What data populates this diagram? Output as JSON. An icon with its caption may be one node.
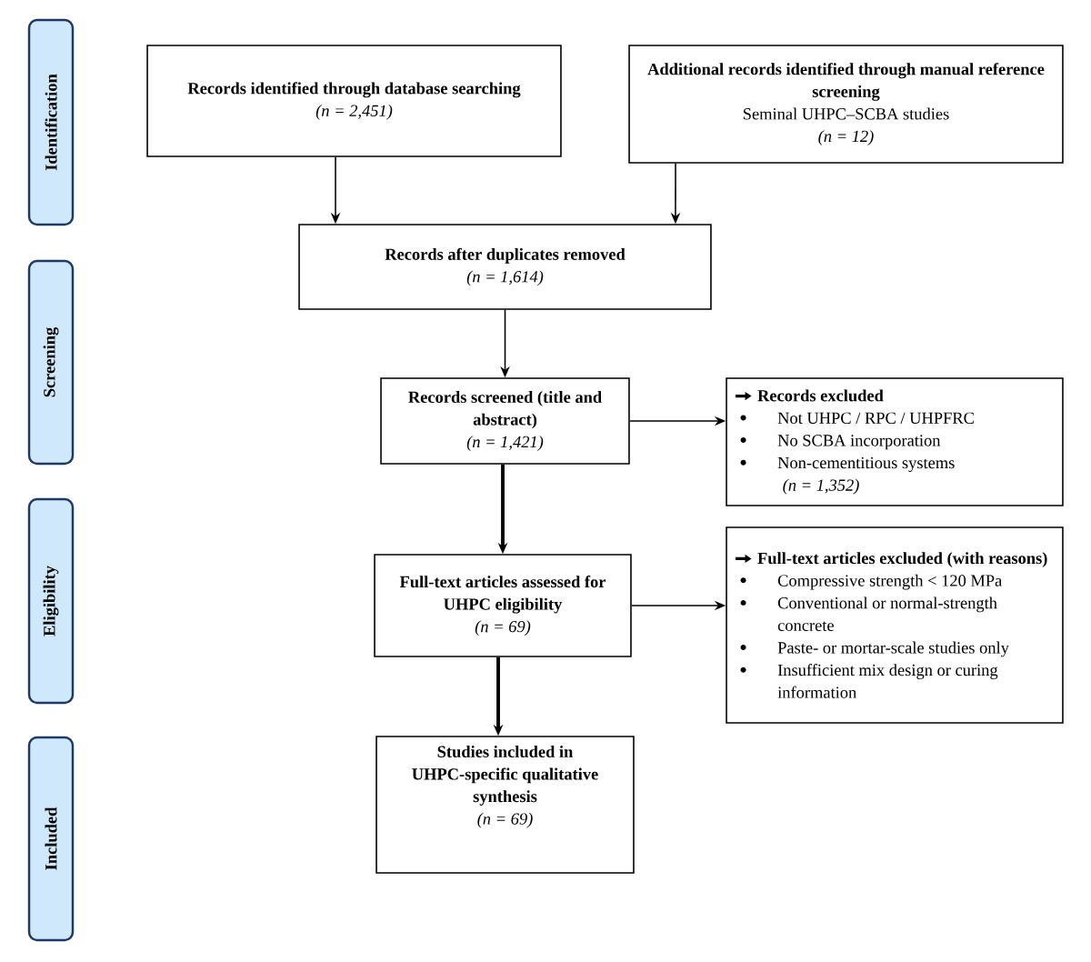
{
  "diagram": {
    "nodes": [
      {
        "text": [
          "Identification"
        ]
      },
      {
        "text": [
          "Screening"
        ]
      },
      {
        "text": [
          "Eligibility"
        ]
      },
      {
        "text": [
          "Included"
        ]
      },
      {
        "text": [
          "Records identified through database searching",
          "(n = 2,451)"
        ]
      },
      {
        "text": [
          "Additional records identified through manual reference screening",
          "Seminal UHPC–SCBA studies",
          "(n = 12)"
        ]
      },
      {
        "text": [
          "Records after duplicates removed",
          "(n = 1,614)"
        ]
      },
      {
        "text": [
          "Records screened (title and abstract)",
          "(n = 1,421)"
        ]
      },
      {
        "text": [
          "Records excluded",
          "Not UHPC / RPC / UHPFRC",
          "No SCBA incorporation",
          "Non-cementitious systems",
          "(n = 1,352)"
        ]
      },
      {
        "text": [
          "Full-text articles assessed for UHPC eligibility",
          "(n = 69)"
        ]
      },
      {
        "text": [
          "Full-text articles excluded (with reasons)",
          "Compressive strength < 120 MPa",
          "Conventional or normal-strength concrete",
          "Paste- or mortar-scale studies only",
          "Insufficient mix design or curing information"
        ]
      },
      {
        "text": [
          "Studies included in UHPC-specific qualitative synthesis",
          "(n = 69)"
        ]
      }
    ],
    "edges": [
      {
        "from": 4,
        "to": 6,
        "arrow": "to"
      },
      {
        "from": 5,
        "to": 6,
        "arrow": "to"
      },
      {
        "from": 6,
        "to": 7,
        "arrow": "to"
      },
      {
        "from": 7,
        "to": 8,
        "arrow": "to"
      },
      {
        "from": 7,
        "to": 9,
        "arrow": "to",
        "style": "thick"
      },
      {
        "from": 9,
        "to": 10,
        "arrow": "to"
      },
      {
        "from": 9,
        "to": 11,
        "arrow": "to",
        "style": "thick"
      }
    ]
  }
}
